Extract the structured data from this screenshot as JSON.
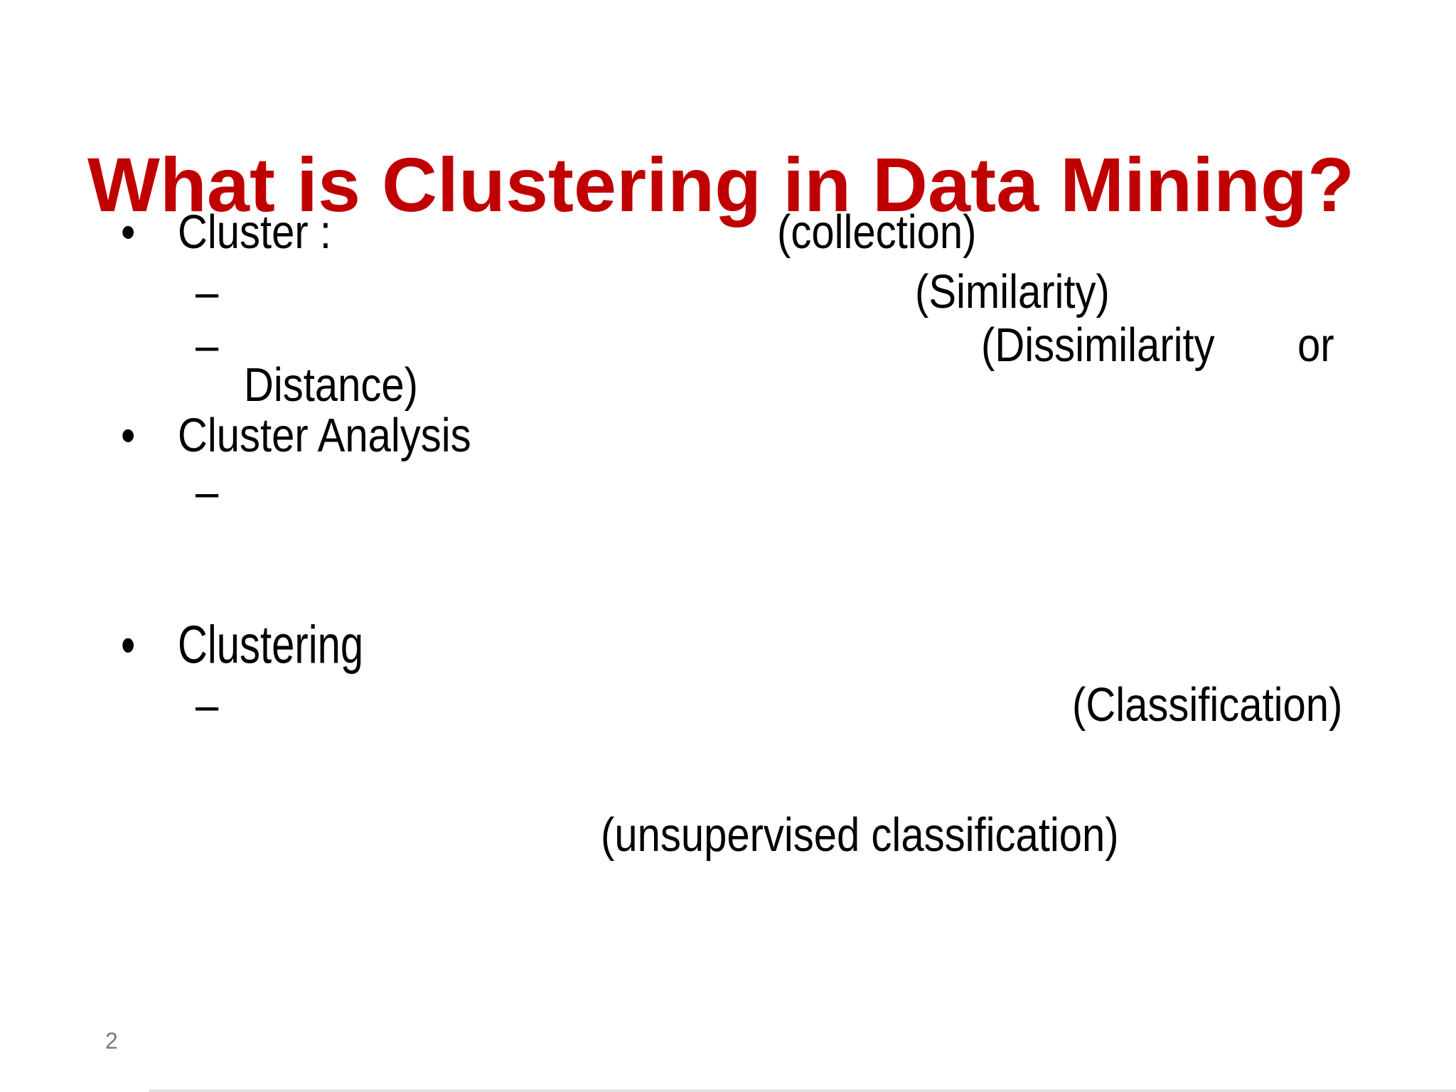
{
  "slide": {
    "title": "What is Clustering in Data Mining?",
    "page_number": "2",
    "bullet_char": "•",
    "dash_char": "–",
    "lines": {
      "cluster_label": "Cluster :",
      "collection": "(collection)",
      "similarity": "(Similarity)",
      "dissimilarity": "(Dissimilarity",
      "or": "or",
      "distance": "Distance)",
      "cluster_analysis_label": "Cluster Analysis",
      "clustering_label": "Clustering",
      "classification": "(Classification)",
      "unsupervised": "(unsupervised classification)"
    }
  },
  "colors": {
    "title": "#c00000",
    "body_text": "#000000",
    "page_number": "#7a7a7a",
    "background": "#ffffff",
    "edge_artifact": "#e3e3e3"
  }
}
